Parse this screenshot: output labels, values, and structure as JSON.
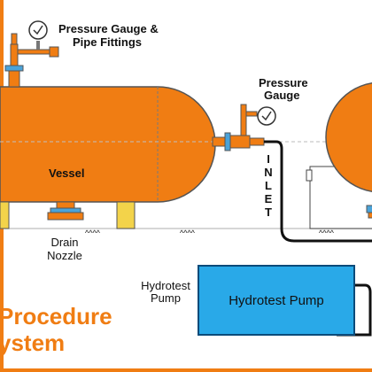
{
  "labels": {
    "pressure_gauge_fittings_line1": "Pressure Gauge &",
    "pressure_gauge_fittings_line2": "Pipe Fittings",
    "pressure_gauge_line1": "Pressure",
    "pressure_gauge_line2": "Gauge",
    "vessel": "Vessel",
    "inlet": [
      "I",
      "N",
      "L",
      "E",
      "T"
    ],
    "drain_line1": "Drain",
    "drain_line2": "Nozzle",
    "hydrotest_pump_line1": "Hydrotest",
    "hydrotest_pump_line2": "Pump",
    "pump_box": "Hydrotest Pump",
    "ground_marks": [
      "^^^^",
      "^^^^",
      "^^^^"
    ]
  },
  "title": {
    "line1": "Procedure",
    "line2": "ystem"
  },
  "colors": {
    "vessel_fill": "#f07d13",
    "vessel_stroke": "#555555",
    "accent_text": "#f07d13",
    "pump_fill": "#29a9e8",
    "pump_stroke": "#0b4b7a",
    "support_fill": "#f3d34a",
    "flange_blue": "#4aa3d9",
    "frame_orange": "#f07d13"
  }
}
